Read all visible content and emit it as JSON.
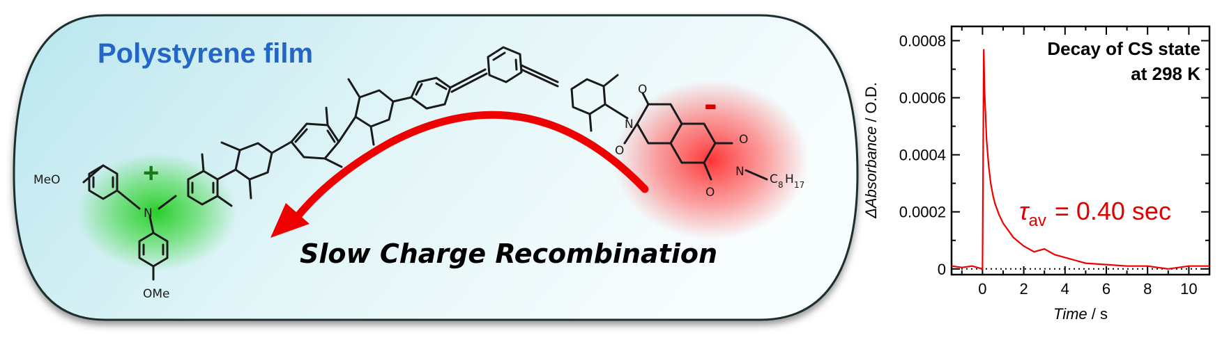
{
  "film_label": "Polystyrene film",
  "process_label": "Slow Charge Recombination",
  "charges": {
    "positive": "+",
    "negative": "-"
  },
  "molecule_labels": {
    "methoxy_top": "MeO",
    "methoxy_bottom": "OMe",
    "nitrogen": "N",
    "oxygen": "O",
    "alkyl_C": "C",
    "alkyl_C_sub": "8",
    "alkyl_H": "H",
    "alkyl_H_sub": "17"
  },
  "colors": {
    "film_fill": "#cfeef3",
    "title_blue": "#2366c8",
    "donor_glow": "#1fcc1f",
    "acceptor_glow": "#ff2a2a",
    "arrow_red": "#ee0000",
    "trace_red": "#ee0000"
  },
  "chart_data": {
    "type": "line",
    "title_line1": "Decay of CS state",
    "title_line2": "at 298 K",
    "xlabel_italic": "Time",
    "xlabel_unit": " / s",
    "ylabel_italic": "ΔAbsorbance",
    "ylabel_unit": " / O.D.",
    "xlim": [
      -1.5,
      11
    ],
    "ylim": [
      -2e-05,
      0.00085
    ],
    "xticks": [
      0,
      2,
      4,
      6,
      8,
      10
    ],
    "yticks": [
      0,
      0.0002,
      0.0004,
      0.0006,
      0.0008
    ],
    "ytick_labels": [
      "0",
      "0.0002",
      "0.0004",
      "0.0006",
      "0.0008"
    ],
    "annotation": {
      "tau": "τ",
      "sub": "av",
      "value": "= 0.40 sec"
    },
    "zero_line": "dotted",
    "series": [
      {
        "color": "#ee0000",
        "x": [
          -1.5,
          -1.0,
          -0.5,
          0.0,
          0.06,
          0.1,
          0.2,
          0.3,
          0.4,
          0.5,
          0.6,
          0.8,
          1.0,
          1.2,
          1.5,
          2.0,
          2.5,
          3.0,
          3.5,
          4.0,
          4.5,
          5.0,
          6.0,
          7.0,
          8.0,
          9.0,
          10.0,
          11.0
        ],
        "y": [
          1e-05,
          5e-06,
          1e-05,
          0.0,
          0.00077,
          0.00062,
          0.00045,
          0.00036,
          0.0003,
          0.00026,
          0.00023,
          0.00019,
          0.00016,
          0.00014,
          0.00011,
          8e-05,
          6e-05,
          7e-05,
          5e-05,
          4e-05,
          3e-05,
          2e-05,
          1.5e-05,
          1e-05,
          1e-05,
          0.0,
          1e-05,
          1e-05
        ]
      }
    ]
  }
}
